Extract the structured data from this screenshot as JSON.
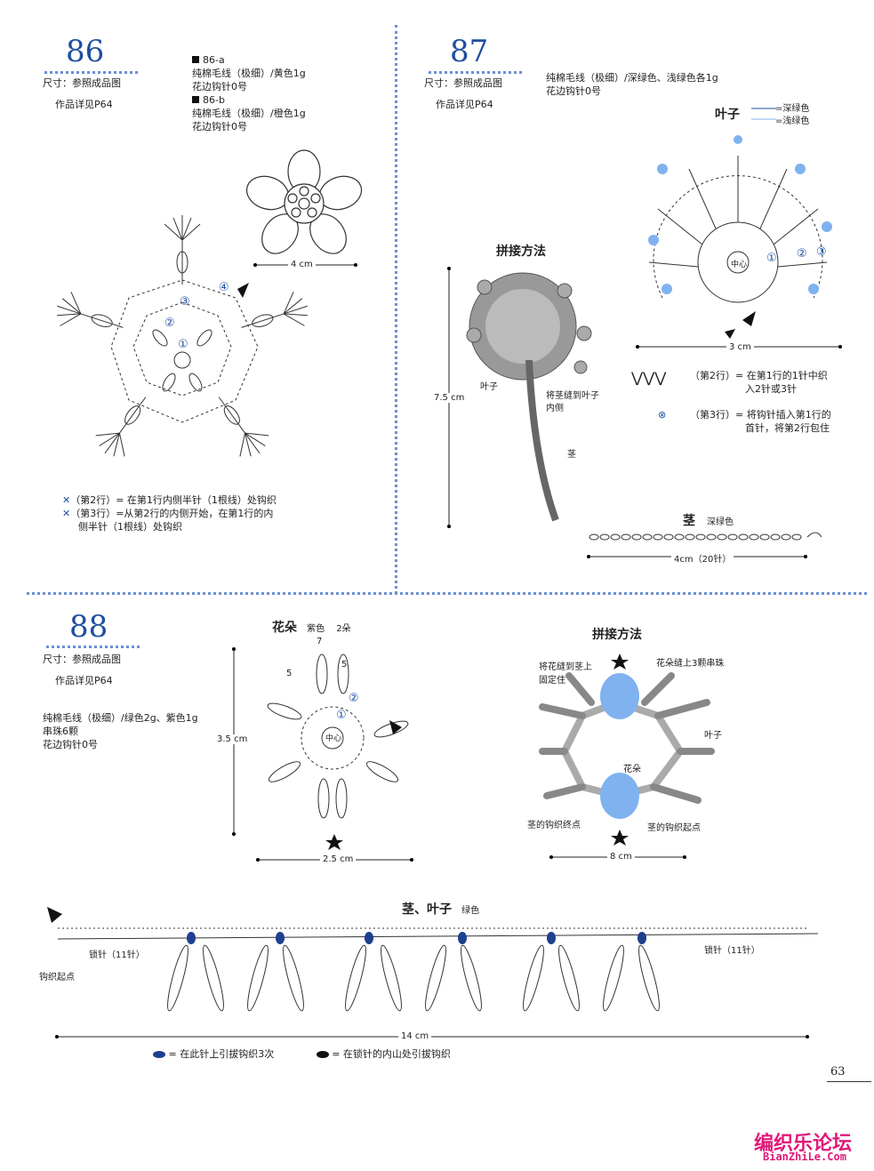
{
  "p86": {
    "num": "86",
    "size": "尺寸：参照成品图",
    "ref": "作品详见P64",
    "a_code": "86-a",
    "a_yarn": "纯棉毛线（极细）/黄色1g",
    "a_hook": "花边钩针0号",
    "b_code": "86-b",
    "b_yarn": "纯棉毛线（极细）/橙色1g",
    "b_hook": "花边钩针0号",
    "dim": "4 cm",
    "rounds": [
      "①",
      "②",
      "③",
      "④"
    ],
    "note1": "（第2行）= 在第1行内侧半针（1根线）处钩织",
    "note2": "（第3行）=从第2行的内侧开始，在第1行的内",
    "note3": "侧半针（1根线）处钩织"
  },
  "p87": {
    "num": "87",
    "size": "尺寸：参照成品图",
    "ref": "作品详见P64",
    "yarn": "纯棉毛线（极细）/深绿色、浅绿色各1g",
    "hook": "花边钩针0号",
    "leaf_title": "叶子",
    "legend_dark": "=深绿色",
    "legend_light": "=浅绿色",
    "center": "中心",
    "rounds": [
      "①",
      "②",
      "③"
    ],
    "dim_leaf": "3 cm",
    "assembly_title": "拼接方法",
    "leaf_lbl": "叶子",
    "sew_lbl1": "将茎缝到叶子",
    "sew_lbl2": "内侧",
    "stem_lbl": "茎",
    "height": "7.5 cm",
    "note_r2a": "（第2行）= 在第1行的1针中织",
    "note_r2b": "入2针或3针",
    "note_r3a": "（第3行）= 将钩针插入第1行的",
    "note_r3b": "首针，将第2行包住",
    "stem_title": "茎",
    "stem_color": "深绿色",
    "stem_dim": "4cm（20针）"
  },
  "p88": {
    "num": "88",
    "size": "尺寸：参照成品图",
    "ref": "作品详见P64",
    "yarn": "纯棉毛线（极细）/绿色2g、紫色1g",
    "beads": "串珠6颗",
    "hook": "花边钩针0号",
    "flower_title": "花朵",
    "flower_color": "紫色",
    "flower_count": "2朵",
    "n7": "7",
    "n5a": "5",
    "n5b": "5",
    "center": "中心",
    "rounds": [
      "①",
      "②"
    ],
    "height": "3.5 cm",
    "width": "2.5 cm",
    "assembly_title": "拼接方法",
    "sew_flower1": "将花缝到茎上",
    "sew_flower2": "固定住",
    "beads_lbl": "花朵缝上3颗串珠",
    "leaf_lbl": "叶子",
    "flower_lbl": "花朵",
    "stem_end": "茎的钩织终点",
    "stem_start": "茎的钩织起点",
    "assembly_dim": "8 cm",
    "chain_title": "茎、叶子",
    "chain_color": "绿色",
    "chain_left": "锁针（11针）",
    "chain_right": "锁针（11针）",
    "start_lbl": "钩织起点",
    "chain_dim": "14 cm",
    "legend1": "= 在此针上引拔钩织3次",
    "legend2": "= 在锁针的内山处引拔钩织"
  },
  "page_number": "63",
  "watermark_cn": "编织乐论坛",
  "watermark_en": "BianZhiLe.Com",
  "colors": {
    "accent": "#1f4fa0",
    "light_blue": "#7fb2ef",
    "watermark": "#e0197a"
  }
}
